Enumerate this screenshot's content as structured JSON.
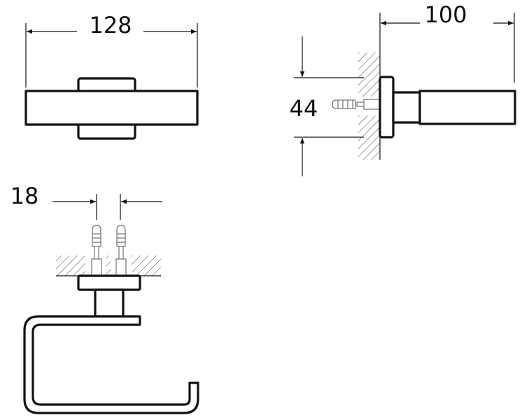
{
  "dimensions": {
    "width_top_view": "128",
    "projection_side_view": "100",
    "height_side_view": "44",
    "fixing_spacing": "18"
  },
  "colors": {
    "line": "#111111",
    "background": "#ffffff"
  }
}
